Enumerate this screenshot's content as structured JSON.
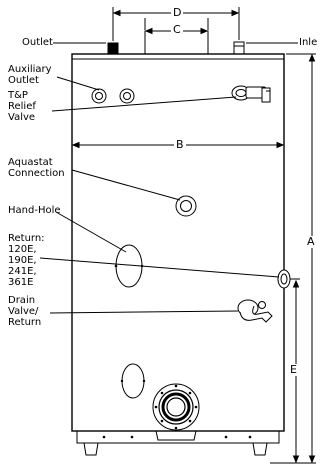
{
  "labels": {
    "outlet": "Outlet",
    "inlet": "Inle",
    "aux_line1": "Auxiliary",
    "aux_line2": "Outlet",
    "tp_line1": "T&P",
    "tp_line2": "Relief",
    "tp_line3": "Valve",
    "aquastat_line1": "Aquastat",
    "aquastat_line2": "Connection",
    "handhole": "Hand-Hole",
    "return_line1": "Return:",
    "return_line2": "120E,",
    "return_line3": "190E,",
    "return_line4": "241E,",
    "return_line5": "361E",
    "drain_line1": "Drain",
    "drain_line2": "Valve/",
    "drain_line3": "Return"
  },
  "dimensions": {
    "a": "A",
    "b": "B",
    "c": "C",
    "d": "D",
    "e": "E"
  }
}
